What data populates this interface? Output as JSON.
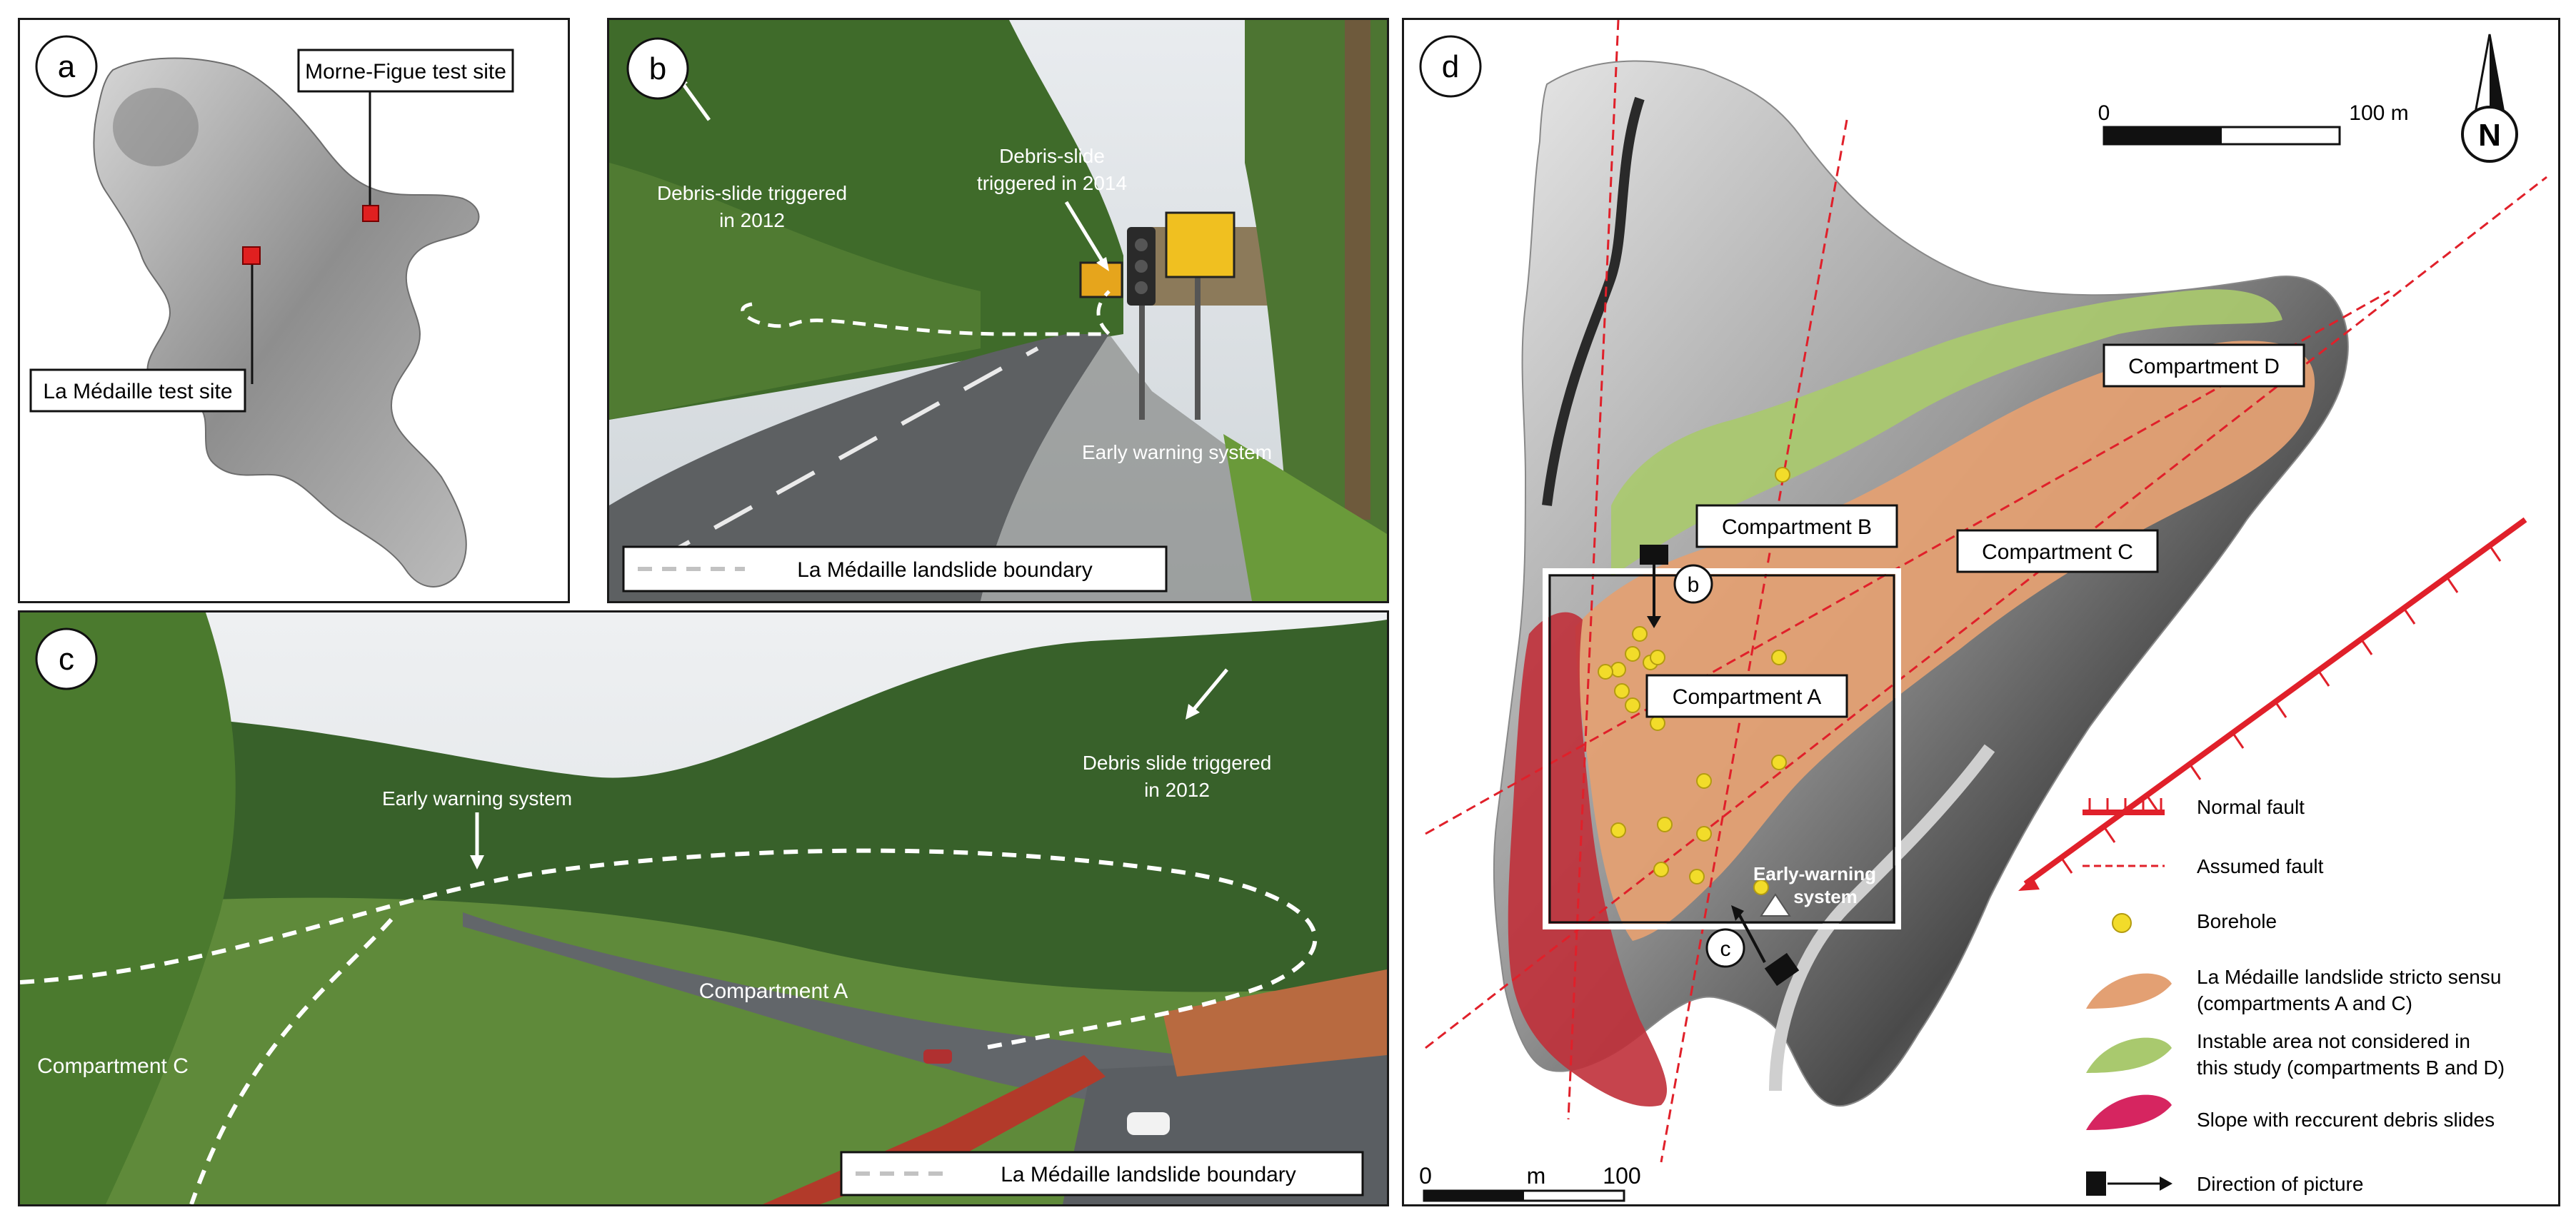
{
  "panels": {
    "a": {
      "letter": "a",
      "site_north": "Morne-Figue test site",
      "site_south": "La Médaille test site"
    },
    "b": {
      "letter": "b",
      "label_2012_l1": "Debris-slide triggered",
      "label_2012_l2": "in 2012",
      "label_2014_l1": "Debris-slide",
      "label_2014_l2": "triggered in 2014",
      "early_warning": "Early warning system",
      "legend_boundary": "La Médaille landslide boundary"
    },
    "c": {
      "letter": "c",
      "early_warning": "Early warning system",
      "debris_l1": "Debris slide triggered",
      "debris_l2": "in 2012",
      "compartment_a": "Compartment A",
      "compartment_c": "Compartment C",
      "legend_boundary": "La Médaille landslide boundary"
    },
    "d": {
      "letter": "d",
      "scale_top_zero": "0",
      "scale_top_end": "100 m",
      "north": "N",
      "comp_d": "Compartment D",
      "comp_b": "Compartment B",
      "comp_c": "Compartment C",
      "comp_a": "Compartment A",
      "marker_b": "b",
      "marker_c": "c",
      "early_l1": "Early-warning",
      "early_l2": "system",
      "scale_bottom_zero": "0",
      "scale_bottom_m": "m",
      "scale_bottom_end": "100",
      "legend": {
        "normal_fault": "Normal fault",
        "assumed_fault": "Assumed fault",
        "borehole": "Borehole",
        "medaille_l1": "La Médaille landslide stricto sensu",
        "medaille_l2": "(compartments A and C)",
        "instable_l1": "Instable area not considered in",
        "instable_l2": "this study (compartments B and D)",
        "slope": "Slope with reccurent debris slides",
        "direction": "Direction of picture"
      }
    }
  },
  "colors": {
    "compartment_ac": "#e3a073",
    "compartment_bd": "#a9c96e",
    "debris_slope": "#c0303a",
    "borehole": "#f2dc2a",
    "fault": "#e0202a",
    "test_site": "#e02020"
  }
}
